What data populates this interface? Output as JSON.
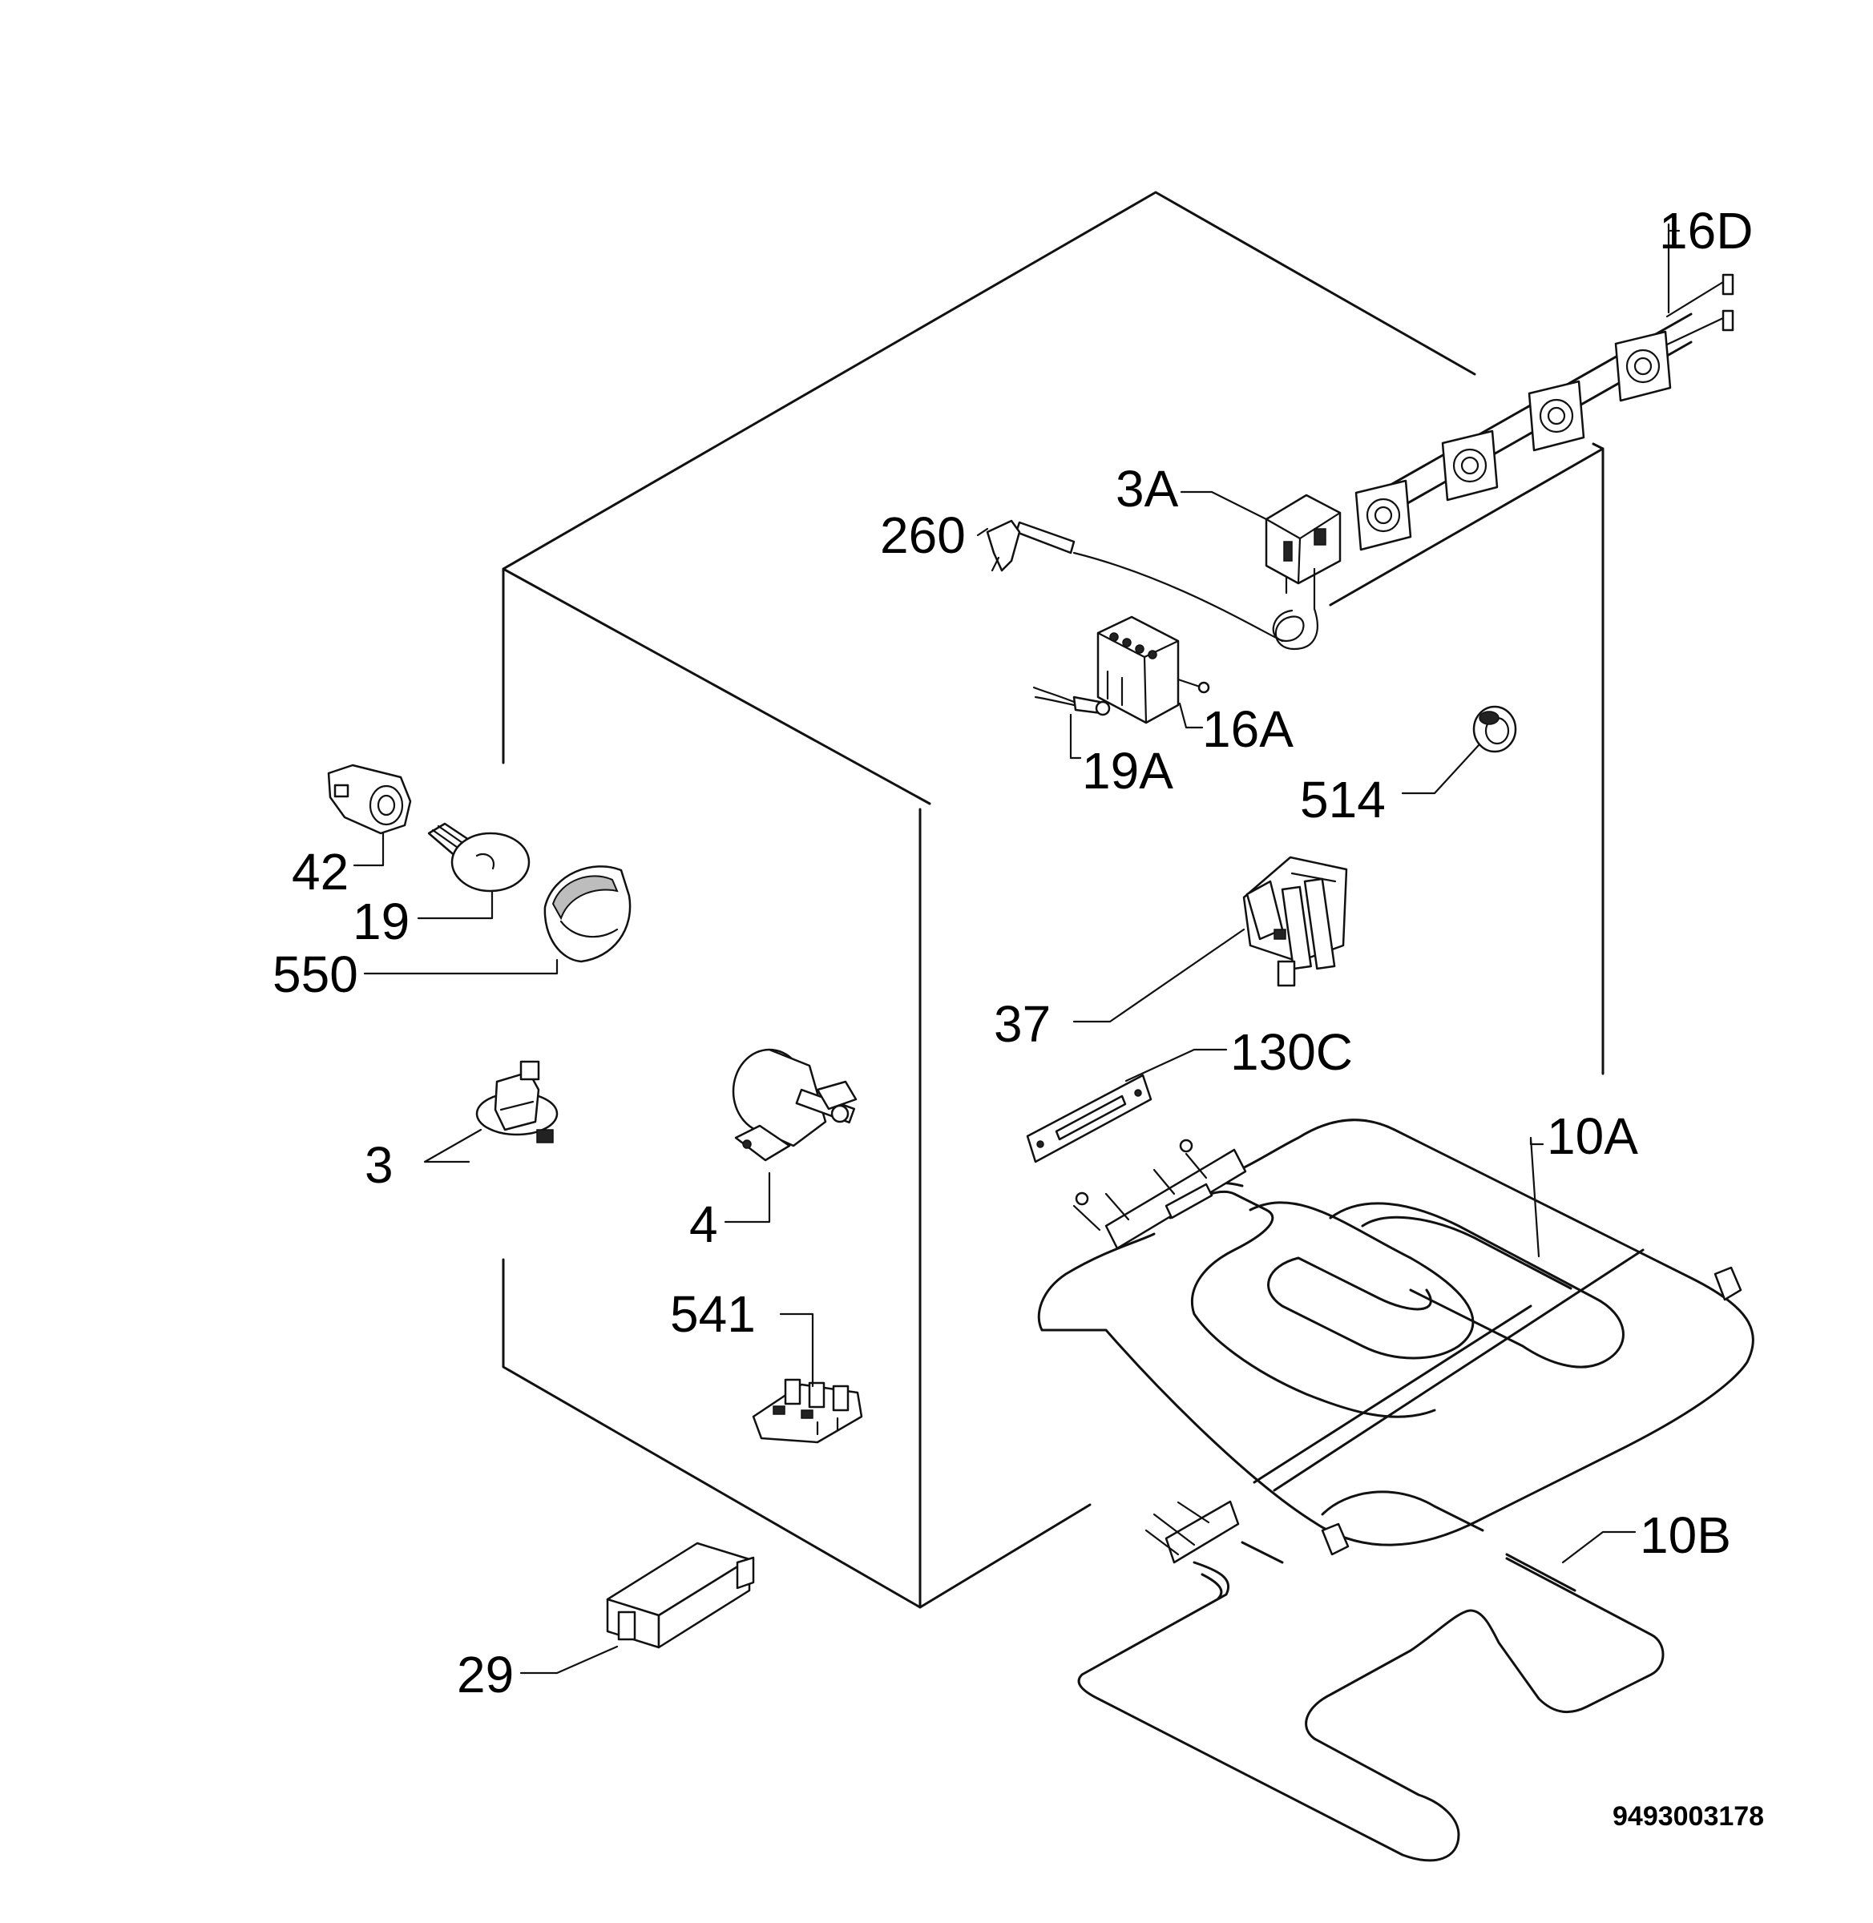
{
  "diagram_code": "9493003178",
  "parts": [
    {
      "id": "p16D",
      "label": "16D"
    },
    {
      "id": "p3A",
      "label": "3A"
    },
    {
      "id": "p260",
      "label": "260"
    },
    {
      "id": "p16A",
      "label": "16A"
    },
    {
      "id": "p19A",
      "label": "19A"
    },
    {
      "id": "p514",
      "label": "514"
    },
    {
      "id": "p42",
      "label": "42"
    },
    {
      "id": "p19",
      "label": "19"
    },
    {
      "id": "p550",
      "label": "550"
    },
    {
      "id": "p37",
      "label": "37"
    },
    {
      "id": "p130C",
      "label": "130C"
    },
    {
      "id": "p3",
      "label": "3"
    },
    {
      "id": "p4",
      "label": "4"
    },
    {
      "id": "p10A",
      "label": "10A"
    },
    {
      "id": "p541",
      "label": "541"
    },
    {
      "id": "p10B",
      "label": "10B"
    },
    {
      "id": "p29",
      "label": "29"
    }
  ]
}
